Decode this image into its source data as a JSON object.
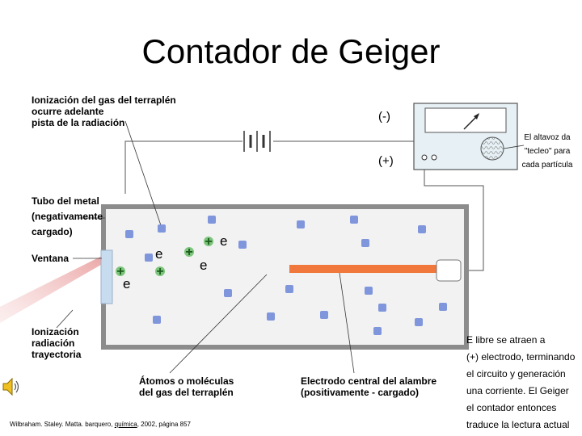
{
  "title": "Contador de Geiger",
  "labels": {
    "ionization_gas": "Ionización del gas del terraplén\nocurre adelante\npista de la radiación",
    "minus": "(-)",
    "plus": "(+)",
    "speaker_note": "El altavoz da\n\"tecleo\" para\ncada partícula",
    "tube": "Tubo del metal",
    "tube_charge": "(negativamente\ncargado)",
    "window": "Ventana",
    "radiation_path": "Ionización\nradiación\ntrayectoria",
    "atoms": "Átomos o moléculas\ndel gas del terraplén",
    "electrode": "Electrodo central del alambre\n(positivamente - cargado)",
    "free_electrons": "E libre  se atraen a\n(+) electrodo, terminando\nel circuito y generación\nuna corriente.  El Geiger\nel contador entonces\ntraduce la lectura actual\nen a medida de",
    "citation_prefix": "Wilbraham. Staley. Matta. barquero, ",
    "citation_link": "química",
    "citation_suffix": ", 2002, página 857"
  },
  "particles": {
    "electron": "e",
    "ion": "+"
  },
  "colors": {
    "tube_fill": "#f2f2f2",
    "tube_border": "#7f7f7f",
    "atom": "#8096dc",
    "ion": "#3c963c",
    "electrode": "#f0783c",
    "window": "#c8dcf0",
    "beam": "#f0b4b4",
    "meter_fill": "#e6f0f5"
  },
  "icons": [
    "speaker-icon",
    "meter-needle-icon",
    "battery-icon"
  ]
}
